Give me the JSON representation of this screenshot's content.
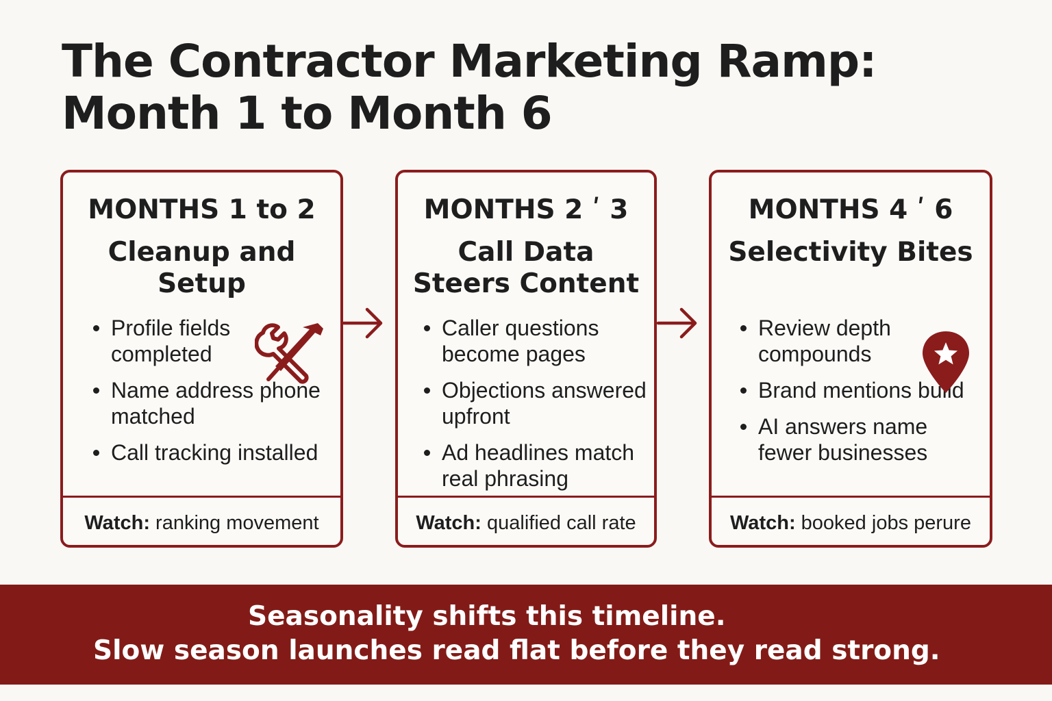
{
  "title": {
    "line1": "The Contractor Marketing Ramp:",
    "line2": "Month 1 to Month 6"
  },
  "stages": [
    {
      "months": "MONTHS 1 to 2",
      "phase": "Cleanup and Setup",
      "bullets": [
        "Profile fields completed",
        "Name address phone matched",
        "Call tracking installed"
      ],
      "watch_label": "Watch:",
      "watch_value": "ranking movement",
      "icon": "wrench-hammer-icon"
    },
    {
      "months": "MONTHS 2 ʹ 3",
      "phase": "Call Data Steers Content",
      "bullets": [
        "Caller questions become pages",
        "Objections answered upfront",
        "Ad headlines match real phrasing"
      ],
      "watch_label": "Watch:",
      "watch_value": "qualified call rate"
    },
    {
      "months": "MONTHS 4 ʹ 6",
      "phase": "Selectivity Bites",
      "bullets": [
        "Review depth compounds",
        "Brand mentions build",
        "AI answers name fewer businesses"
      ],
      "watch_label": "Watch:",
      "watch_value": "booked jobs perure",
      "icon": "map-pin-star-icon"
    }
  ],
  "banner": {
    "line1": "Seasonality shifts this timeline.",
    "line2": "Slow season launches read flat before they read strong."
  },
  "colors": {
    "accent": "#8b1c1c",
    "banner": "#821b17",
    "background": "#f9f8f4",
    "text": "#1e1e1e"
  }
}
